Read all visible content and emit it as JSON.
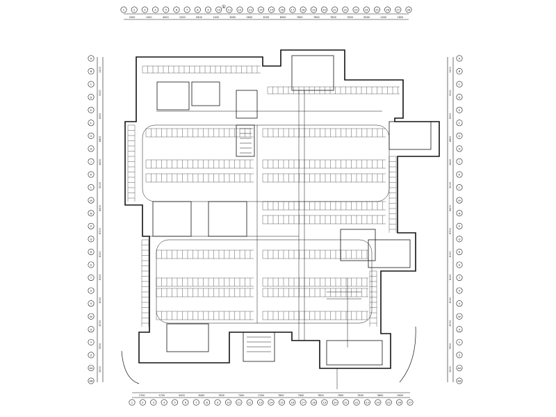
{
  "drawing": {
    "north_marker": "①",
    "grid_bubbles_top": [
      "1",
      "2",
      "3",
      "4",
      "5",
      "6",
      "7",
      "8",
      "9",
      "10",
      "11",
      "12",
      "13",
      "14",
      "15",
      "16",
      "17",
      "18",
      "19",
      "20",
      "21",
      "22",
      "23",
      "24",
      "25",
      "26",
      "27",
      "28"
    ],
    "grid_bubbles_bottom": [
      "1",
      "2",
      "3",
      "4",
      "5",
      "6",
      "7",
      "8",
      "9",
      "10",
      "11",
      "12",
      "13",
      "14",
      "15",
      "16",
      "17",
      "18",
      "19",
      "20",
      "21",
      "22",
      "23",
      "24",
      "25",
      "26",
      "27"
    ],
    "grid_bubbles_left": [
      "A",
      "B",
      "C",
      "D",
      "E",
      "F",
      "G",
      "H",
      "J",
      "K",
      "L",
      "M",
      "N",
      "P",
      "Q",
      "R",
      "S",
      "T",
      "U",
      "V",
      "W",
      "X",
      "Y",
      "Z",
      "AA",
      "AB"
    ],
    "grid_bubbles_right": [
      "A",
      "B",
      "C",
      "D",
      "E",
      "F",
      "G",
      "H",
      "J",
      "K",
      "L",
      "M",
      "N",
      "P",
      "Q",
      "R",
      "S",
      "T",
      "U",
      "V",
      "W",
      "X",
      "Y",
      "Z",
      "AA",
      "AB"
    ],
    "top_dimensions": [
      "2000",
      "1000",
      "4000",
      "2200",
      "8400",
      "1400",
      "6000",
      "5600",
      "8100",
      "8000",
      "7800",
      "7800",
      "7800",
      "7800",
      "8000",
      "2400",
      "1800"
    ],
    "bottom_dimensions": [
      "2700",
      "5700",
      "5000",
      "8400",
      "7800",
      "7400",
      "2300",
      "7800",
      "7800",
      "7800",
      "7600",
      "7800",
      "5800",
      "2600"
    ],
    "side_dimensions": [
      "1200",
      "3100",
      "6000",
      "6800",
      "8400",
      "8100",
      "8400",
      "8700",
      "8100",
      "8100",
      "8100",
      "8700",
      "7800",
      "2500"
    ],
    "colors": {
      "line": "#111111",
      "background": "#ffffff"
    }
  }
}
